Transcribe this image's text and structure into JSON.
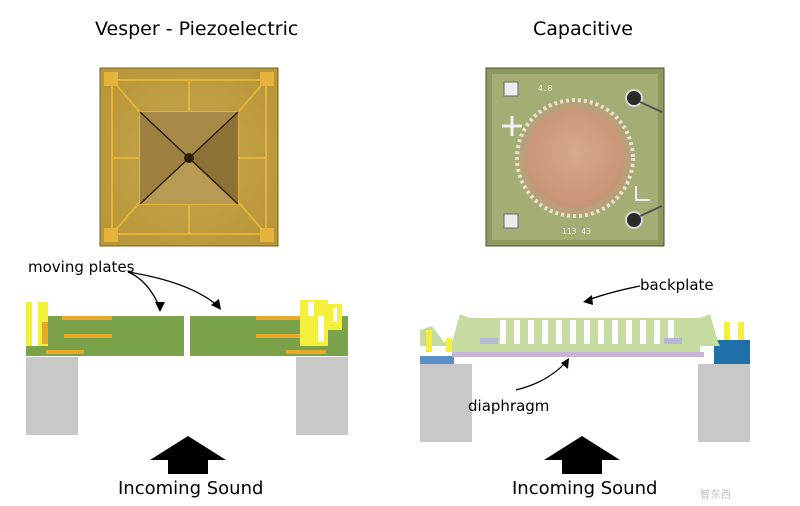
{
  "left": {
    "title": "Vesper - Piezoelectric",
    "callout": "moving plates",
    "sound": "Incoming Sound"
  },
  "right": {
    "title": "Capacitive",
    "callout_top": "backplate",
    "callout_bottom": "diaphragm",
    "sound": "Incoming Sound",
    "chip_mark_top": "4.8",
    "chip_mark_bottom": "113 43"
  },
  "watermark": "智东西",
  "colors": {
    "silicon": "#c8c8c8",
    "piezo_green": "#7aa24a",
    "electrode": "#e8a82a",
    "light_green": "#c5dba0",
    "pad_yellow": "#f3ef3a",
    "diaphragm": "#c8b4d8",
    "oxide_blue": "#5a8fc8"
  }
}
